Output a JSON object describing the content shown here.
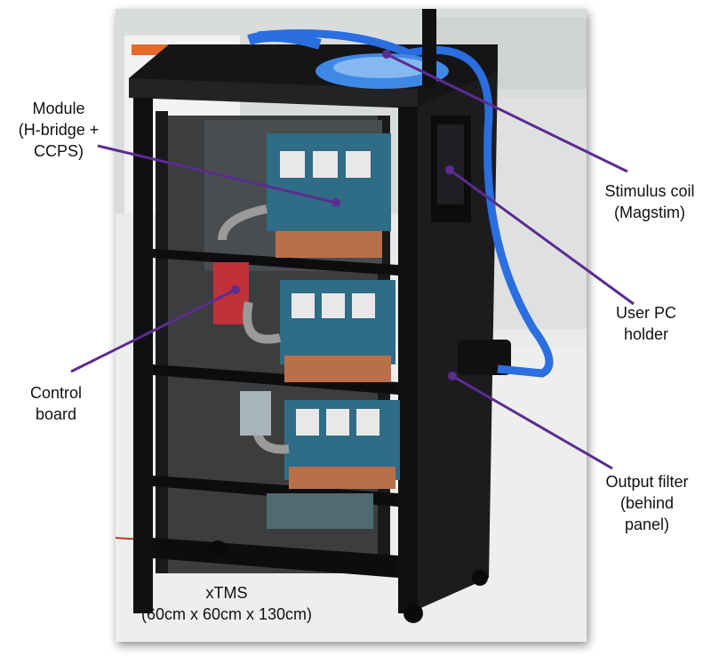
{
  "accent_color": "#5b2c91",
  "labels": {
    "module": [
      "Module",
      "(H-bridge +",
      "CCPS)"
    ],
    "control": [
      "Control",
      "board"
    ],
    "coil": [
      "Stimulus coil",
      "(Magstim)"
    ],
    "pc": [
      "User PC",
      "holder"
    ],
    "filter": [
      "Output filter",
      "(behind",
      "panel)"
    ],
    "device": [
      "xTMS",
      "(60cm x 60cm x 130cm)"
    ]
  }
}
